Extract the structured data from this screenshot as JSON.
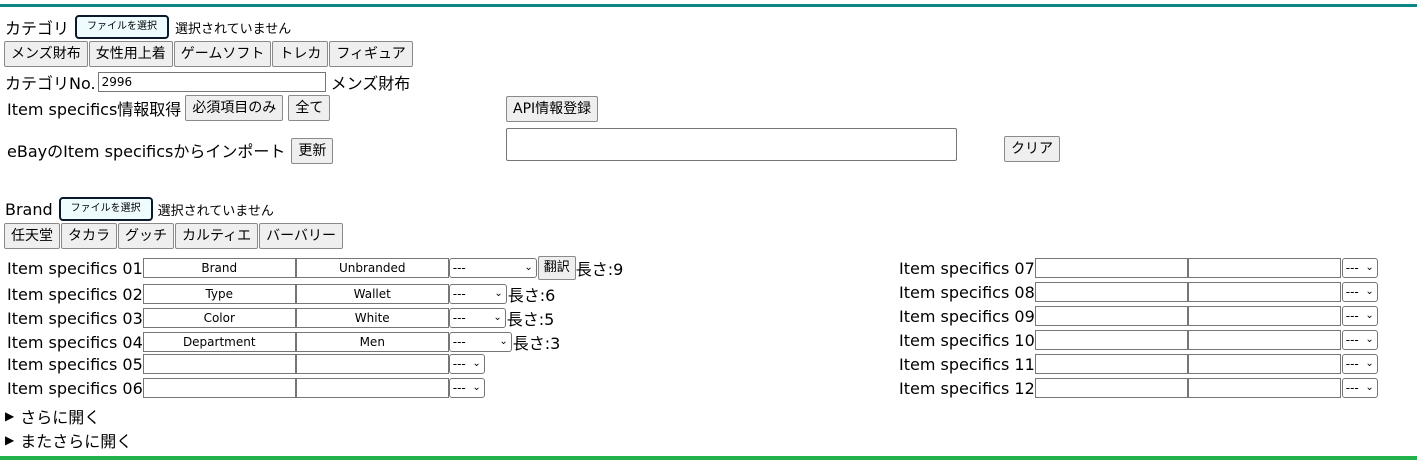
{
  "category_section": {
    "label": "カテゴリ",
    "file_button": "ファイルを選択",
    "file_status": "選択されていません",
    "presets": [
      "メンズ財布",
      "女性用上着",
      "ゲームソフト",
      "トレカ",
      "フィギュア"
    ],
    "no_label": "カテゴリNo.",
    "no_value": "2996",
    "no_name": "メンズ財布"
  },
  "item_specifics_fetch": {
    "label": "Item specifics情報取得",
    "required_only": "必須項目のみ",
    "all": "全て",
    "api_register": "API情報登録"
  },
  "import_section": {
    "label": "eBayのItem specificsからインポート",
    "update": "更新",
    "clear": "クリア"
  },
  "brand_section": {
    "label": "Brand",
    "file_button": "ファイルを選択",
    "file_status": "選択されていません",
    "presets": [
      "任天堂",
      "タカラ",
      "グッチ",
      "カルティエ",
      "バーバリー"
    ]
  },
  "specifics_left": [
    {
      "label": "Item specifics 01",
      "name": "Brand",
      "value": "Unbranded",
      "select": "---",
      "translate": "翻訳",
      "length": "長さ:9"
    },
    {
      "label": "Item specifics 02",
      "name": "Type",
      "value": "Wallet",
      "select": "---",
      "length": "長さ:6"
    },
    {
      "label": "Item specifics 03",
      "name": "Color",
      "value": "White",
      "select": "---",
      "length": "長さ:5"
    },
    {
      "label": "Item specifics 04",
      "name": "Department",
      "value": "Men",
      "select": "---",
      "length": "長さ:3"
    },
    {
      "label": "Item specifics 05",
      "name": "",
      "value": "",
      "select": "---"
    },
    {
      "label": "Item specifics 06",
      "name": "",
      "value": "",
      "select": "---"
    }
  ],
  "specifics_right": [
    {
      "label": "Item specifics 07",
      "select": "---"
    },
    {
      "label": "Item specifics 08",
      "select": "---"
    },
    {
      "label": "Item specifics 09",
      "select": "---"
    },
    {
      "label": "Item specifics 10",
      "select": "---"
    },
    {
      "label": "Item specifics 11",
      "select": "---"
    },
    {
      "label": "Item specifics 12",
      "select": "---"
    }
  ],
  "expanders": [
    "さらに開く",
    "またさらに開く"
  ],
  "colors": {
    "top_bar": "#0e8585",
    "bottom_bar": "#22b24c"
  }
}
